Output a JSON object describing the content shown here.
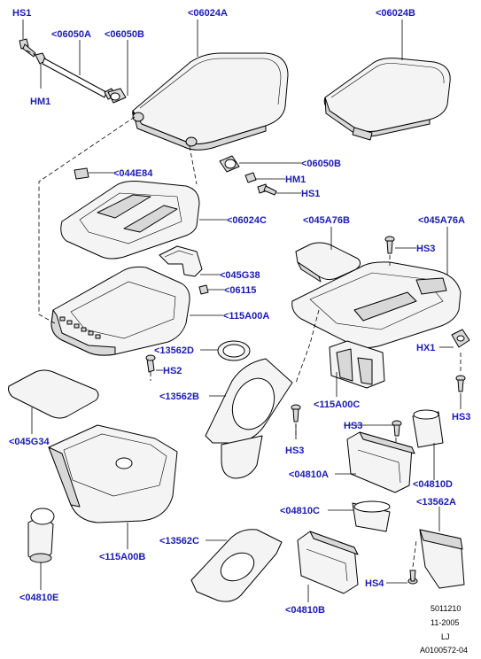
{
  "callouts": {
    "hs1_top": "HS1",
    "c06050a": "<06050A",
    "c06050b_top": "<06050B",
    "c06024a": "<06024A",
    "c06024b": "<06024B",
    "hm1_left": "HM1",
    "c06050b_mid": "<06050B",
    "hm1_mid": "HM1",
    "hs1_mid": "HS1",
    "c044e84": "<044E84",
    "c06024c": "<06024C",
    "c045a76b": "<045A76B",
    "c045a76a": "<045A76A",
    "hs3_a": "HS3",
    "c045g38": "<045G38",
    "c06115": "<06115",
    "c115a00a": "<115A00A",
    "c13562d": "<13562D",
    "hs2": "HS2",
    "hx1": "HX1",
    "c13562b": "<13562B",
    "c115a00c": "<115A00C",
    "hs3_b": "HS3",
    "hs3_c": "HS3",
    "c045g34": "<045G34",
    "hs3_d": "HS3",
    "c04810a": "<04810A",
    "c04810d": "<04810D",
    "c04810c": "<04810C",
    "c13562a": "<13562A",
    "c115a00b": "<115A00B",
    "c13562c": "<13562C",
    "hs4": "HS4",
    "c04810e": "<04810E",
    "c04810b": "<04810B"
  },
  "footer": {
    "code": "5011210",
    "date": "11-2005",
    "initials": "LJ",
    "ref": "A0100572-04"
  }
}
